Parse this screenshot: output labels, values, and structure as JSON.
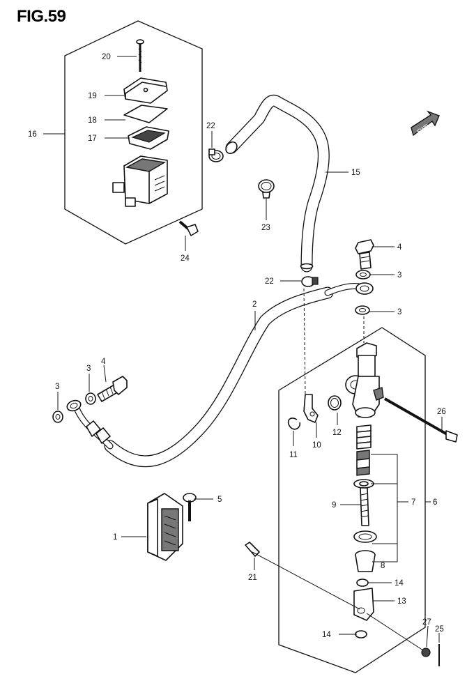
{
  "figure": {
    "title": "FIG.59"
  },
  "fwd_label": "FWD",
  "callouts": [
    {
      "id": "c20",
      "text": "20"
    },
    {
      "id": "c19",
      "text": "19"
    },
    {
      "id": "c18",
      "text": "18"
    },
    {
      "id": "c17",
      "text": "17"
    },
    {
      "id": "c16",
      "text": "16"
    },
    {
      "id": "c22a",
      "text": "22"
    },
    {
      "id": "c23",
      "text": "23"
    },
    {
      "id": "c24",
      "text": "24"
    },
    {
      "id": "c15",
      "text": "15"
    },
    {
      "id": "c4a",
      "text": "4"
    },
    {
      "id": "c3a",
      "text": "3"
    },
    {
      "id": "c22b",
      "text": "22"
    },
    {
      "id": "c3b",
      "text": "3"
    },
    {
      "id": "c2",
      "text": "2"
    },
    {
      "id": "c3c",
      "text": "3"
    },
    {
      "id": "c4b",
      "text": "4"
    },
    {
      "id": "c3d",
      "text": "3"
    },
    {
      "id": "c26",
      "text": "26"
    },
    {
      "id": "c11",
      "text": "11"
    },
    {
      "id": "c10",
      "text": "10"
    },
    {
      "id": "c12",
      "text": "12"
    },
    {
      "id": "c5",
      "text": "5"
    },
    {
      "id": "c9",
      "text": "9"
    },
    {
      "id": "c7",
      "text": "7"
    },
    {
      "id": "c6",
      "text": "6"
    },
    {
      "id": "c1",
      "text": "1"
    },
    {
      "id": "c8",
      "text": "8"
    },
    {
      "id": "c21",
      "text": "21"
    },
    {
      "id": "c14a",
      "text": "14"
    },
    {
      "id": "c13",
      "text": "13"
    },
    {
      "id": "c27",
      "text": "27"
    },
    {
      "id": "c25",
      "text": "25"
    },
    {
      "id": "c14b",
      "text": "14"
    }
  ]
}
